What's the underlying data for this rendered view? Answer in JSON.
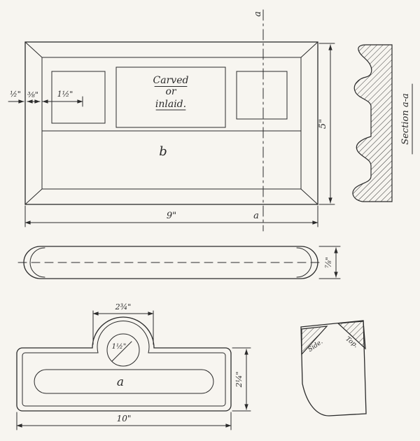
{
  "colors": {
    "ink": "#2b2b2b",
    "paper": "#f7f5f0"
  },
  "front_view": {
    "panel_text": {
      "line1": "Carved",
      "line2": "or",
      "line3": "inlaid."
    },
    "part_label": "b",
    "dims": {
      "border": "½\"",
      "bead": "⅜\"",
      "stile": "1½\"",
      "width": "9\"",
      "height": "5\""
    },
    "section_letters": {
      "top": "a",
      "bottom": "a"
    }
  },
  "section_view": {
    "title": "Section a-a"
  },
  "edge_view": {
    "dims": {
      "thickness": "⅞\""
    }
  },
  "plan_view": {
    "part_label": "a",
    "dims": {
      "hump_width": "2¾\"",
      "hole_diameter": "1½\"",
      "depth": "2¼\"",
      "length": "10\""
    }
  },
  "detail_view": {
    "labels": {
      "left": "Side.",
      "right": "Top."
    }
  }
}
